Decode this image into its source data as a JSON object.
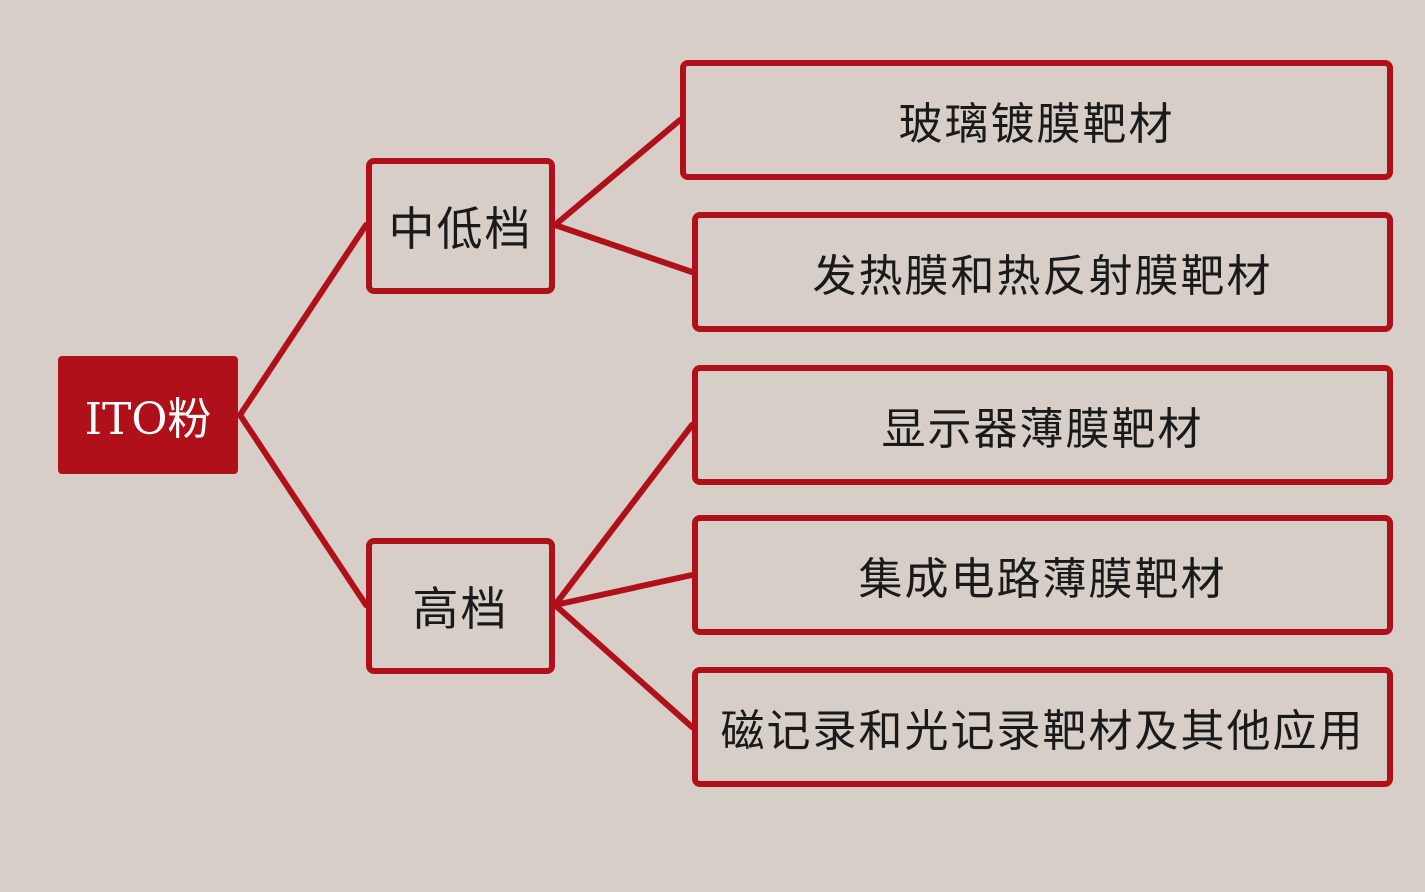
{
  "root": {
    "label": "ITO粉"
  },
  "branches": [
    {
      "label": "中低档",
      "children": [
        "玻璃镀膜靶材",
        "发热膜和热反射膜靶材"
      ]
    },
    {
      "label": "高档",
      "children": [
        "显示器薄膜靶材",
        "集成电路薄膜靶材",
        "磁记录和光记录靶材及其他应用"
      ]
    }
  ],
  "colors": {
    "accent": "#b0101a",
    "background": "#d7cfc7",
    "text": "#1a1a1a"
  }
}
